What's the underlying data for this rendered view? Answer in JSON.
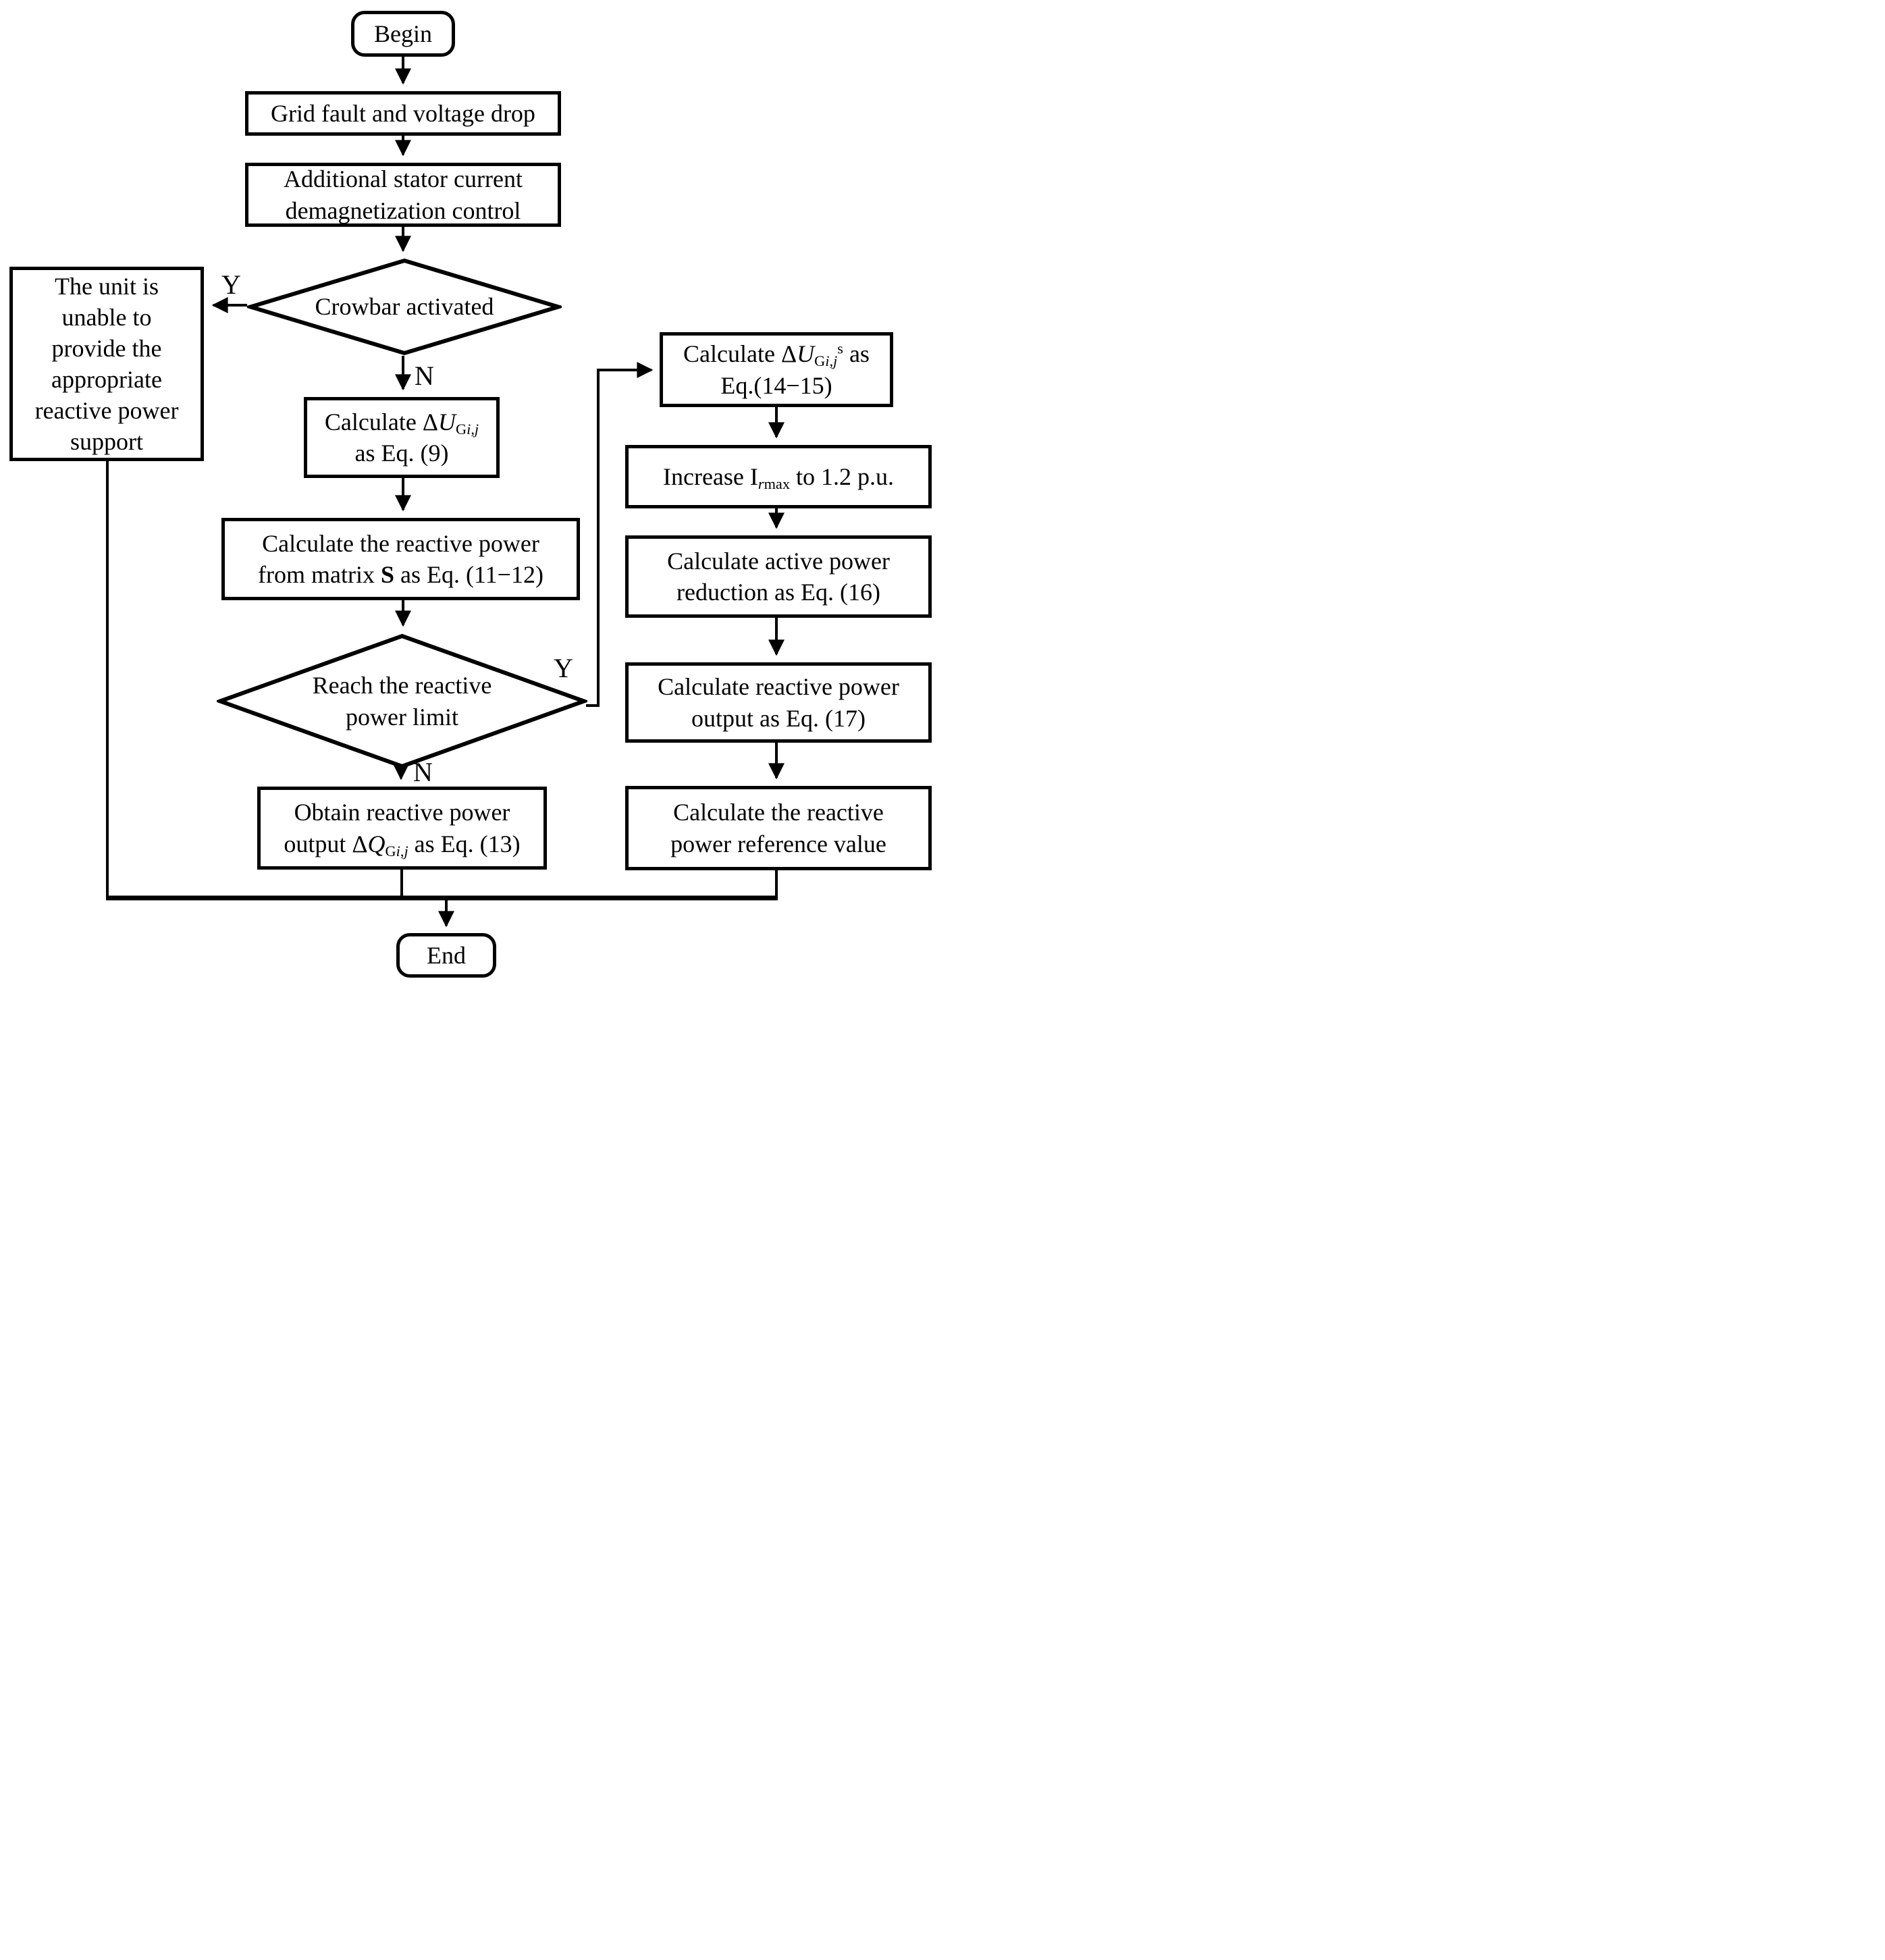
{
  "diagram": {
    "type": "flowchart",
    "background_color": "#ffffff",
    "line_color": "#000000",
    "nodes": {
      "begin": {
        "shape": "terminator",
        "label": "Begin",
        "html": "Begin"
      },
      "grid_fault": {
        "shape": "process",
        "label": "Grid fault and voltage drop",
        "html": "Grid fault and voltage drop"
      },
      "demagnetization": {
        "shape": "process",
        "label": "Additional stator current demagnetization control",
        "html": "Additional stator current<br>demagnetization control"
      },
      "crowbar_decision": {
        "shape": "decision",
        "label": "Crowbar activated",
        "html": "Crowbar activated"
      },
      "unit_unable": {
        "shape": "process",
        "label": "The unit is unable to provide the appropriate reactive power support",
        "html": "The unit is<br>unable to<br>provide the<br>appropriate<br>reactive power<br>support"
      },
      "calc_delta_u": {
        "shape": "process",
        "label": "Calculate ΔU_Gi,j as Eq. (9)",
        "html": "Calculate Δ<i>U</i><sub>G<i>i</i>,<i>j</i></sub><br>as Eq. (9)"
      },
      "calc_reactive_matrix": {
        "shape": "process",
        "label": "Calculate the reactive power from matrix S as Eq. (11−12)",
        "html": "Calculate the reactive power<br>from matrix <b>S</b> as Eq. (11−12)"
      },
      "reach_limit_decision": {
        "shape": "decision",
        "label": "Reach the reactive power limit",
        "html": "Reach the reactive<br>power limit"
      },
      "obtain_reactive_output": {
        "shape": "process",
        "label": "Obtain reactive power output ΔQ_Gi,j as Eq. (13)",
        "html": "Obtain reactive power<br>output Δ<i>Q</i><sub>G<i>i</i>,<i>j</i></sub> as Eq. (13)"
      },
      "calc_delta_u_s": {
        "shape": "process",
        "label": "Calculate ΔU_Gi,j^s as Eq.(14−15)",
        "html": "Calculate Δ<i>U</i><sub>G<i>i</i>,<i>j</i></sub><sup>s</sup> as<br>Eq.(14−15)"
      },
      "increase_irmax": {
        "shape": "process",
        "label": "Increase Irmax to 1.2 p.u.",
        "html": "Increase I<sub><i>r</i>max</sub> to 1.2 p.u."
      },
      "calc_active_reduction": {
        "shape": "process",
        "label": "Calculate active power reduction as Eq. (16)",
        "html": "Calculate active power<br>reduction as Eq. (16)"
      },
      "calc_reactive_output": {
        "shape": "process",
        "label": "Calculate reactive power output as Eq. (17)",
        "html": "Calculate reactive power<br>output as Eq. (17)"
      },
      "calc_reference_value": {
        "shape": "process",
        "label": "Calculate the reactive power reference value",
        "html": "Calculate the reactive<br>power reference value"
      },
      "end": {
        "shape": "terminator",
        "label": "End",
        "html": "End"
      }
    },
    "edge_labels": {
      "crowbar_yes": "Y",
      "crowbar_no": "N",
      "limit_yes": "Y",
      "limit_no": "N"
    },
    "edges": [
      {
        "from": "begin",
        "to": "grid_fault"
      },
      {
        "from": "grid_fault",
        "to": "demagnetization"
      },
      {
        "from": "demagnetization",
        "to": "crowbar_decision"
      },
      {
        "from": "crowbar_decision",
        "to": "unit_unable",
        "label": "Y"
      },
      {
        "from": "crowbar_decision",
        "to": "calc_delta_u",
        "label": "N"
      },
      {
        "from": "calc_delta_u",
        "to": "calc_reactive_matrix"
      },
      {
        "from": "calc_reactive_matrix",
        "to": "reach_limit_decision"
      },
      {
        "from": "reach_limit_decision",
        "to": "calc_delta_u_s",
        "label": "Y"
      },
      {
        "from": "reach_limit_decision",
        "to": "obtain_reactive_output",
        "label": "N"
      },
      {
        "from": "calc_delta_u_s",
        "to": "increase_irmax"
      },
      {
        "from": "increase_irmax",
        "to": "calc_active_reduction"
      },
      {
        "from": "calc_active_reduction",
        "to": "calc_reactive_output"
      },
      {
        "from": "calc_reactive_output",
        "to": "calc_reference_value"
      },
      {
        "from": "unit_unable",
        "to": "end"
      },
      {
        "from": "obtain_reactive_output",
        "to": "end"
      },
      {
        "from": "calc_reference_value",
        "to": "end"
      }
    ]
  }
}
